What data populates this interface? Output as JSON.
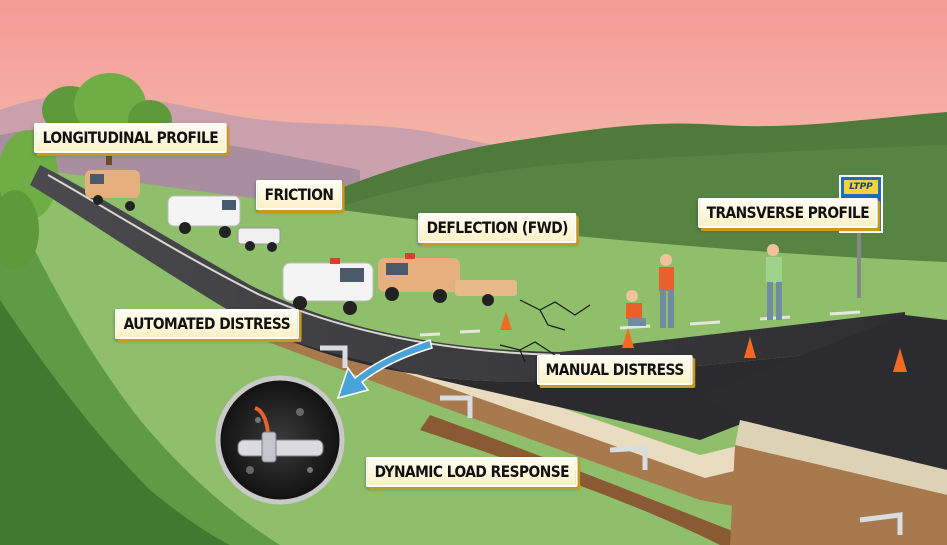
{
  "labels": {
    "longitudinal_profile": "LONGITUDINAL PROFILE",
    "friction": "FRICTION",
    "deflection": "DEFLECTION (FWD)",
    "transverse_profile": "TRANSVERSE PROFILE",
    "automated_distress": "AUTOMATED DISTRESS",
    "manual_distress": "MANUAL DISTRESS",
    "dynamic_load_response": "DYNAMIC LOAD RESPONSE"
  },
  "sign": {
    "text": "LTPP"
  },
  "colors": {
    "sky_top": "#f39b95",
    "sky_bottom": "#f7c6b4",
    "hills": "#4f7a3c",
    "grass": "#8fbf6a",
    "asphalt": "#3d3d40",
    "label_accent": "#c8991f",
    "van_tan": "#e6b07c",
    "van_white": "#f4f4f4",
    "vest": "#e8612c",
    "cone": "#f26a21",
    "arrow": "#4aa3d8"
  }
}
